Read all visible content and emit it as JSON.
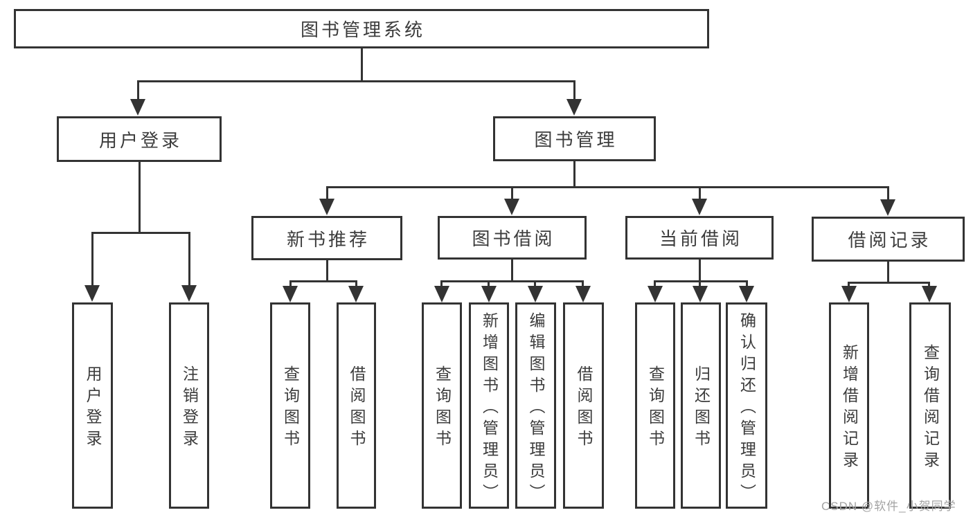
{
  "diagram_type": "hierarchy-tree",
  "colors": {
    "line": "#333333",
    "box_border": "#333333",
    "box_fill": "#ffffff",
    "text": "#3c3c3c",
    "watermark_text": "#a3a3a3",
    "background": "#ffffff"
  },
  "tree": {
    "label": "图书管理系统",
    "children": [
      {
        "label": "用户登录",
        "children": [
          {
            "label": "用户登录"
          },
          {
            "label": "注销登录"
          }
        ]
      },
      {
        "label": "图书管理",
        "children": [
          {
            "label": "新书推荐",
            "children": [
              {
                "label": "查询图书"
              },
              {
                "label": "借阅图书"
              }
            ]
          },
          {
            "label": "图书借阅",
            "children": [
              {
                "label": "查询图书"
              },
              {
                "label": "新增图书（管理员）"
              },
              {
                "label": "编辑图书（管理员）"
              },
              {
                "label": "借阅图书"
              }
            ]
          },
          {
            "label": "当前借阅",
            "children": [
              {
                "label": "查询图书"
              },
              {
                "label": "归还图书"
              },
              {
                "label": "确认归还（管理员）"
              }
            ]
          },
          {
            "label": "借阅记录",
            "children": [
              {
                "label": "新增借阅记录"
              },
              {
                "label": "查询借阅记录"
              }
            ]
          }
        ]
      }
    ]
  },
  "watermark": {
    "text": "CSDN @软件_小贺同学"
  }
}
